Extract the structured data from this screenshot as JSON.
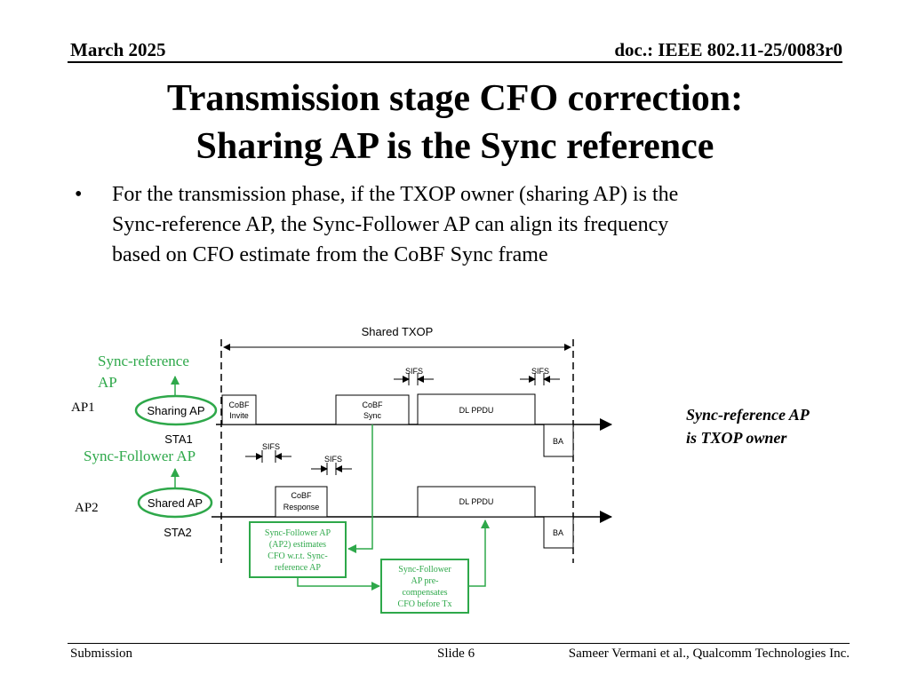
{
  "header": {
    "date": "March 2025",
    "doc": "doc.: IEEE 802.11-25/0083r0"
  },
  "title": {
    "line1": "Transmission stage CFO correction:",
    "line2": "Sharing AP is the Sync reference"
  },
  "bullet": {
    "symbol": "•",
    "lines": [
      "For the transmission phase, if the TXOP owner (sharing AP) is the",
      "Sync-reference AP, the Sync-Follower AP can align its frequency",
      "based on CFO estimate from the CoBF Sync frame"
    ]
  },
  "diagram": {
    "shared_txop": "Shared TXOP",
    "sifs": "SIFS",
    "sync_reference_label": [
      "Sync-reference",
      "AP"
    ],
    "sync_follower_label": "Sync-Follower AP",
    "ap1": "AP1",
    "ap2": "AP2",
    "sharing_ap": "Sharing AP",
    "shared_ap": "Shared AP",
    "sta1": "STA1",
    "sta2": "STA2",
    "cobf_invite": [
      "CoBF",
      "Invite"
    ],
    "cobf_sync": [
      "CoBF",
      "Sync"
    ],
    "cobf_response": [
      "CoBF",
      "Response"
    ],
    "dl_ppdu": "DL PPDU",
    "ba": "BA",
    "estimate_note": [
      "Sync-Follower AP",
      "(AP2) estimates",
      "CFO w.r.t. Sync-",
      "reference AP"
    ],
    "precomp_note": [
      "Sync-Follower",
      "AP pre-",
      "compensates",
      "CFO before Tx"
    ],
    "owner_note": [
      "Sync-reference AP",
      "is TXOP owner"
    ],
    "accent_color": "#2ea84a"
  },
  "footer": {
    "left": "Submission",
    "middle": "Slide 6",
    "right": "Sameer Vermani et al., Qualcomm Technologies Inc."
  }
}
